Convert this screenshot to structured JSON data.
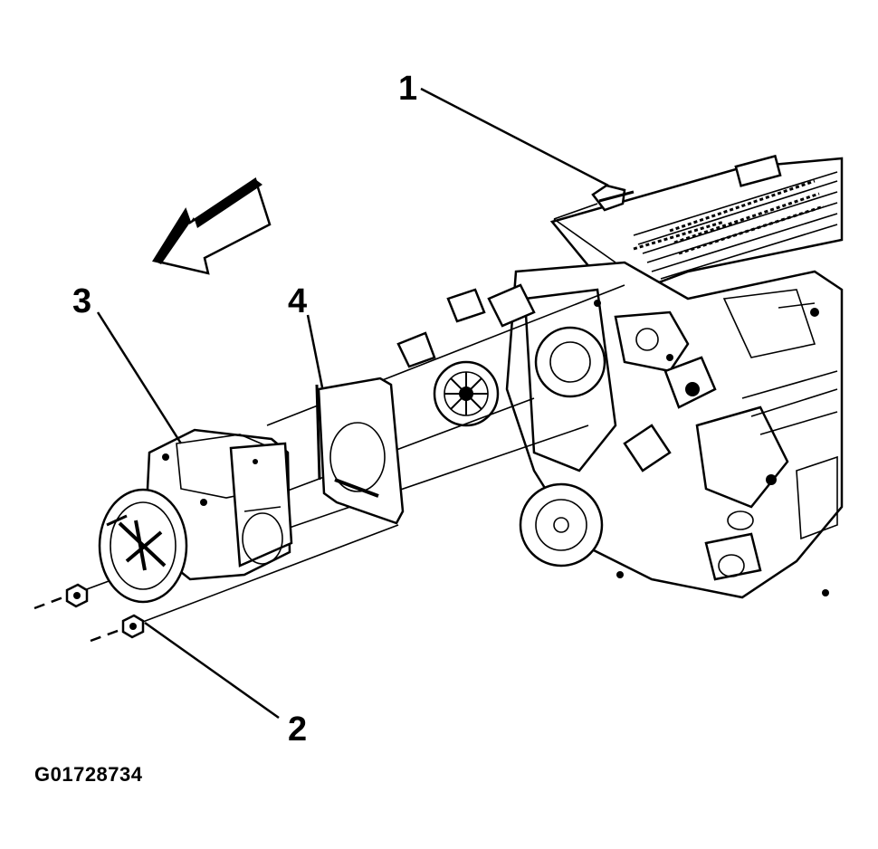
{
  "callouts": {
    "c1": "1",
    "c2": "2",
    "c3": "3",
    "c4": "4"
  },
  "figure_id": "G01728734",
  "icons": {
    "direction_arrow": "front-direction-arrow-icon"
  }
}
